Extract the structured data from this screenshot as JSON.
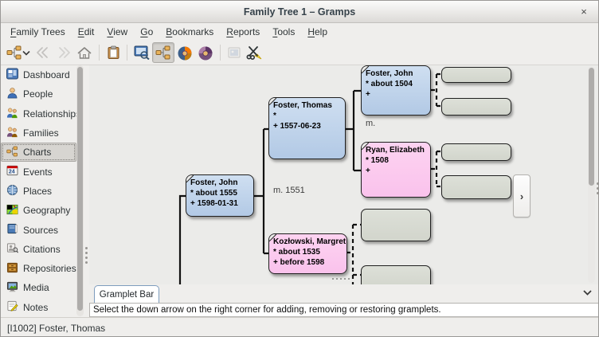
{
  "window": {
    "title": "Family Tree 1 – Gramps",
    "close_glyph": "×"
  },
  "menubar": {
    "items": [
      {
        "label": "Family Trees",
        "m": "F",
        "rest": "amily Trees"
      },
      {
        "label": "Edit",
        "m": "E",
        "rest": "dit"
      },
      {
        "label": "View",
        "m": "V",
        "rest": "iew"
      },
      {
        "label": "Go",
        "m": "G",
        "rest": "o"
      },
      {
        "label": "Bookmarks",
        "m": "B",
        "rest": "ookmarks"
      },
      {
        "label": "Reports",
        "m": "R",
        "rest": "eports"
      },
      {
        "label": "Tools",
        "m": "T",
        "rest": "ools"
      },
      {
        "label": "Help",
        "m": "H",
        "rest": "elp"
      }
    ]
  },
  "toolbar": {
    "buttons": [
      {
        "icon": "pedigree-dropdown-icon"
      },
      {
        "icon": "back-icon",
        "disabled": true
      },
      {
        "icon": "forward-icon",
        "disabled": true
      },
      {
        "icon": "home-icon"
      },
      {
        "icon": "clipboard-icon"
      },
      {
        "icon": "person-view-icon"
      },
      {
        "icon": "pedigree-view-icon",
        "active": true
      },
      {
        "icon": "fanchart-icon"
      },
      {
        "icon": "fanchart-full-icon"
      },
      {
        "icon": "media-preview-icon",
        "disabled": true
      },
      {
        "icon": "scissors-icon"
      }
    ]
  },
  "sidebar": {
    "selected": "Charts",
    "items": [
      {
        "label": "Dashboard"
      },
      {
        "label": "People"
      },
      {
        "label": "Relationships"
      },
      {
        "label": "Families"
      },
      {
        "label": "Charts"
      },
      {
        "label": "Events"
      },
      {
        "label": "Places"
      },
      {
        "label": "Geography"
      },
      {
        "label": "Sources"
      },
      {
        "label": "Citations"
      },
      {
        "label": "Repositories"
      },
      {
        "label": "Media"
      },
      {
        "label": "Notes"
      }
    ]
  },
  "pedigree": {
    "people": [
      {
        "name": "Foster, John",
        "birth": "* about 1555",
        "death": "+ 1598-01-31",
        "color": "blue"
      },
      {
        "name": "Foster, Thomas",
        "birth": "*",
        "death": "+ 1557-06-23",
        "color": "blue"
      },
      {
        "name": "Kozłowski, Margret",
        "birth": "* about 1535",
        "death": "+ before 1598",
        "color": "pink"
      },
      {
        "name": "Foster, John",
        "birth": "* about 1504",
        "death": "+",
        "color": "blue"
      },
      {
        "name": "Ryan, Elizabeth",
        "birth": "* 1508",
        "death": "+",
        "color": "pink"
      }
    ],
    "marriages": [
      {
        "label": "m. 1551"
      },
      {
        "label": "m."
      }
    ],
    "nav_forward_glyph": "›",
    "box_colors": {
      "male": "#b9cfe8",
      "female": "#fac2ec",
      "unknown": "#d5d8d0"
    }
  },
  "gramplet_bar": {
    "tab_label": "Gramplet Bar",
    "message": "Select the down arrow on the right corner for adding, removing or restoring gramplets."
  },
  "statusbar": {
    "text": "[I1002] Foster, Thomas"
  }
}
